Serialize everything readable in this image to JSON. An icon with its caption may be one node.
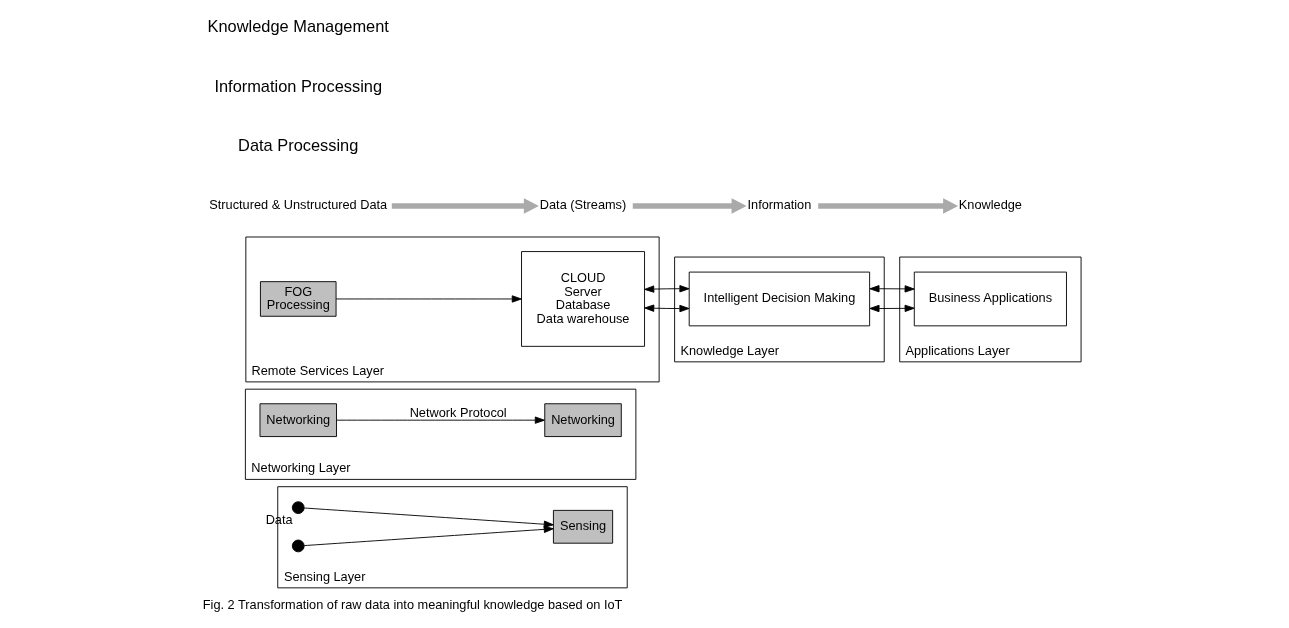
{
  "diagram": {
    "caption": "Fig. 2 Transformation of raw data into meaningful knowledge based on IoT",
    "nodes": [
      {
        "text": [
          "Sensing Layer"
        ]
      },
      {
        "text": [],
        "shape": "circle",
        "in": 0,
        "beside": [
          "Data"
        ]
      },
      {
        "text": [],
        "shape": "circle",
        "in": 0
      },
      {
        "text": [
          "Sensing"
        ],
        "in": 0
      },
      {
        "text": [
          "Networking Layer"
        ]
      },
      {
        "text": [
          "Networking"
        ],
        "in": 4
      },
      {
        "text": [
          "Networking"
        ],
        "in": 4
      },
      {
        "text": [
          "Remote Services Layer"
        ]
      },
      {
        "text": [
          "FOG",
          "Processing"
        ],
        "in": 7
      },
      {
        "text": [
          "CLOUD",
          "Server",
          "Database",
          "Data warehouse"
        ],
        "in": 7
      },
      {
        "text": [
          "Knowledge Layer"
        ]
      },
      {
        "text": [
          "Intelligent Decision Making"
        ],
        "in": 10
      },
      {
        "text": [
          "Applications Layer"
        ]
      },
      {
        "text": [
          "Business Applications"
        ],
        "in": 12
      },
      {
        "text": [
          "Structured & Unstructured Data"
        ]
      },
      {
        "text": [
          "Data (Streams)"
        ]
      },
      {
        "text": [
          "Information"
        ]
      },
      {
        "text": [
          "Knowledge"
        ]
      }
    ],
    "edges": [
      {
        "from": 1,
        "to": 3,
        "arrow": "to"
      },
      {
        "from": 2,
        "to": 3,
        "arrow": "to"
      },
      {
        "from": 5,
        "to": 6,
        "arrow": "to",
        "label": "Network Protocol"
      },
      {
        "from": 8,
        "to": 9,
        "arrow": "to"
      },
      {
        "from": 9,
        "to": 11,
        "arrow": "both"
      },
      {
        "from": 9,
        "to": 11,
        "arrow": "both"
      },
      {
        "from": 11,
        "to": 13,
        "arrow": "both"
      },
      {
        "from": 11,
        "to": 13,
        "arrow": "both"
      },
      {
        "from": 14,
        "to": 15,
        "arrow": "to",
        "style": "thick",
        "color": "#aaaaaa"
      },
      {
        "from": 15,
        "to": 16,
        "arrow": "to",
        "style": "thick",
        "color": "#aaaaaa"
      },
      {
        "from": 16,
        "to": 17,
        "arrow": "to",
        "style": "thick",
        "color": "#aaaaaa"
      }
    ],
    "labels": [
      "Data Processing",
      "Information Processing",
      "Knowledge Management"
    ]
  }
}
